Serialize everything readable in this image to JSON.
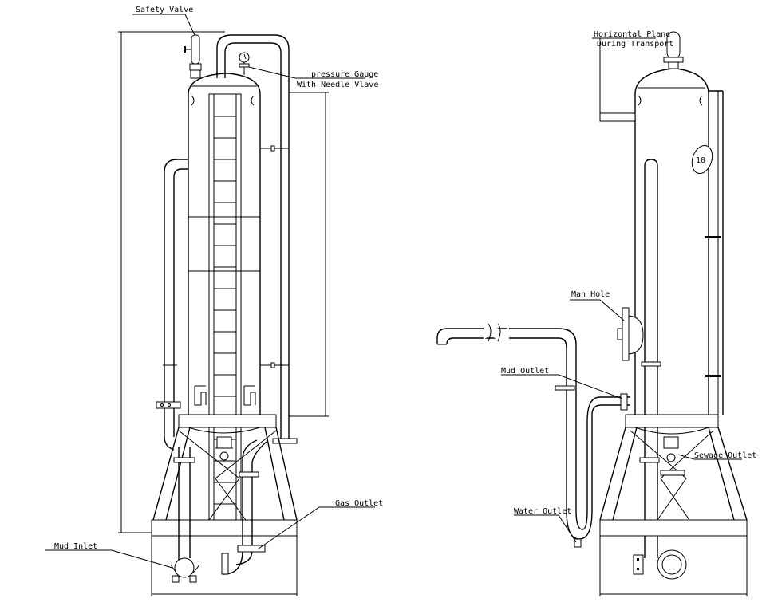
{
  "labels": {
    "safety_valve": "Safety Valve",
    "pressure_gauge_line1": "pressure Gauge",
    "pressure_gauge_line2": "With Needle Vlave",
    "gas_outlet": "Gas Outlet",
    "mud_inlet": "Mud Inlet",
    "horizontal_plane_line1": "Horizontal Plane",
    "horizontal_plane_line2": "During Transport",
    "man_hole": "Man Hole",
    "mud_outlet": "Mud Outlet",
    "water_outlet": "Water Outlet",
    "sewage_outlet": "Sewage Outlet",
    "nameplate_number": "10"
  }
}
